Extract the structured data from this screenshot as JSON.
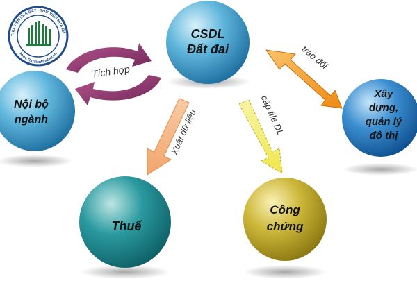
{
  "logo": {
    "text_top": "THƯ VIỆN NHÀ ĐẤT · THƯ VIỆN NHÀ ĐẤT",
    "text_bottom": "www.ThuVienNhaDat.vn",
    "colors": {
      "ring": "#1f4e8a",
      "emblem": "#1e7a3d"
    }
  },
  "nodes": {
    "csdl": {
      "lines": [
        "CSDL",
        "Đất đai"
      ],
      "color": "#3b95c7"
    },
    "noibo": {
      "lines": [
        "Nội bộ",
        "ngành"
      ],
      "color": "#3a93c5"
    },
    "xaydung": {
      "lines": [
        "Xây",
        "dựng,",
        "quản lý",
        "đô thị"
      ],
      "color": "#1f73b8"
    },
    "thue": {
      "lines": [
        "Thuế"
      ],
      "color": "#1f8a8f"
    },
    "congchung": {
      "lines": [
        "Công",
        "chứng"
      ],
      "color": "#b9a623"
    }
  },
  "edges": {
    "tichhop": {
      "label": "Tích hợp",
      "color": "#8e3a6e"
    },
    "traodoi": {
      "label": "trao đổi",
      "color": "#f39a1e"
    },
    "xuatdulieu": {
      "label": "Xuất dữ liệu",
      "color": "#f5b88a"
    },
    "capfile": {
      "label": "cấp file DL",
      "color": "#f3ef6a"
    }
  }
}
